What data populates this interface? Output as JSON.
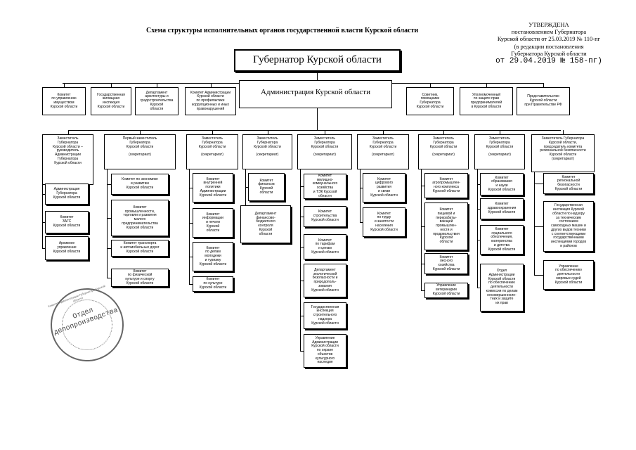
{
  "document": {
    "title": "Схема структуры исполнительных органов государственной власти Курской области"
  },
  "approval": {
    "line1": "УТВЕРЖДЕНА",
    "line2": "постановлением Губернатора",
    "line3": "Курской области от 25.03.2019 № 110-пг",
    "line4": "(в редакции постановления",
    "line5": "Губернатора Курской области",
    "line6": "от 29.04.2019 № 158-пг)"
  },
  "governor": "Губернатор Курской области",
  "administration": "Администрация Курской области",
  "top_left": [
    "Комитет\nпо управлению\nимуществом\nКурской области",
    "Государственная\nжилищная\nинспекция\nКурской области",
    "Департамент\nархитектуры и\nградостроительства\nКурской\nобласти",
    "Комитет Администрации\nКурской области\nпо профилактике\nкоррупционных и иных\nправонарушений"
  ],
  "top_right": [
    "Советник,\nпомощники\nГубернатора\nКурской области",
    "Уполномоченный\nпо защите прав\nпредпринимателей\nв Курской области",
    "Представительство\nКурской области\nпри Правительстве РФ"
  ],
  "columns": [
    {
      "head": "Заместитель\nГубернатора\nКурской области –\nруководитель\nАдминистрации\nГубернатора\nКурской области",
      "items": [
        "Администрация\nГубернатора\nКурской области",
        "Комитет\nЗАГС\nКурской области",
        "Архивное\nуправление\nКурской области"
      ]
    },
    {
      "head": "Первый заместитель\nГубернатора\nКурской области\n\n(секретариат)",
      "items": [
        "Комитет по экономике\nи развитию\nКурской области",
        "Комитет\nпромышленности,\nторговли и развития\nмалого\nпредпринимательства\nКурской области",
        "Комитет транспорта\nи автомобильных дорог\nКурской области",
        "Комитет\nпо физической\nкультуре и спорту\nКурской области"
      ]
    },
    {
      "head": "Заместитель\nГубернатора\nКурской области\n\n(секретариат)",
      "items": [
        "Комитет\nвнутренней\nполитики\nАдминистрации\nКурской области",
        "Комитет\nинформации\nи печати\nКурской\nобласти",
        "Комитет\nпо делам\nмолодежи\nи туризму\nКурской области",
        "Комитет\nпо культуре\nКурской области"
      ]
    },
    {
      "head": "Заместитель\nГубернатора\nКурской области\n\n(секретариат)",
      "items": [
        "Комитет\nфинансов\nКурской\nобласти",
        "Департамент\nфинансово-\nбюджетного\nконтроля\nКурской\nобласти"
      ]
    },
    {
      "head": "Заместитель\nГубернатора\nКурской области\n\n(секретариат)",
      "items": [
        "Комитет\nжилищно-\nкоммунального\nхозяйства\nи ТЭК Курской\nобласти",
        "Комитет\nстроительства\nКурской области",
        "Комитет\nпо тарифам\nи ценам\nКурской области",
        "Департамент\nэкологической\nбезопасности и\nприродополь-\nзования\nКурской области",
        "Государственная\nинспекция\nстроительного\nнадзора\nКурской области",
        "Управление\nАдминистрации\nКурской области\nпо охране\nобъектов\nкультурного\nнаследия"
      ]
    },
    {
      "head": "Заместитель\nГубернатора\nКурской области\n\n(секретариат)",
      "items": [
        "Комитет\nцифрового\nразвития\nи связи\nКурской области",
        "Комитет\nпо труду\nи занятости\nнаселения\nКурской области"
      ]
    },
    {
      "head": "Заместитель\nГубернатора\nКурской области\n\n(секретариат)",
      "items": [
        "Комитет\nагропромышлен-\nного комплекса\nКурской области",
        "Комитет\nпищевой и\nперерабаты-\nвающей\nпромышлен-\nности и\nпродовольствия\nКурской\nобласти",
        "Комитет\nлесного\nхозяйства\nКурской области",
        "Управление\nветеринарии\nКурской области"
      ]
    },
    {
      "head": "Заместитель\nГубернатора\nКурской области\n\n(секретариат)",
      "items": [
        "Комитет\nобразования\nи науки\nКурской области",
        "Комитет\nздравоохранения\nКурской области",
        "Комитет\nсоциального\nобеспечения,\nматеринства\nи детства\nКурской области",
        "Отдел\nАдминистрации\nКурской области\nпо обеспечению\nдеятельности\nкомиссии по делам\nнесовершенноле-\nтних и защите\nих прав"
      ]
    },
    {
      "head": "Заместитель Губернатора\nКурской области,\nпредседатель комитета\nрегиональной безопасности\nКурской области\n(секретариат)",
      "items": [
        "Комитет\nрегиональной\nбезопасности\nКурской области",
        "Государственная\nинспекция Курской\nобласти по надзору\nза техническим\nсостоянием\nсамоходных машин и\nдругих видов техники\nс соответствующими\nгосударственными\nинспекциями городов\nи районов",
        "Управление\nпо обеспечению\nдеятельности\nмировых судей\nКурской области"
      ]
    }
  ],
  "stamp": {
    "center_text": "Отдел\nделопроизводства",
    "ring_text": "Комитет Администрации Губернатора Курской области"
  }
}
